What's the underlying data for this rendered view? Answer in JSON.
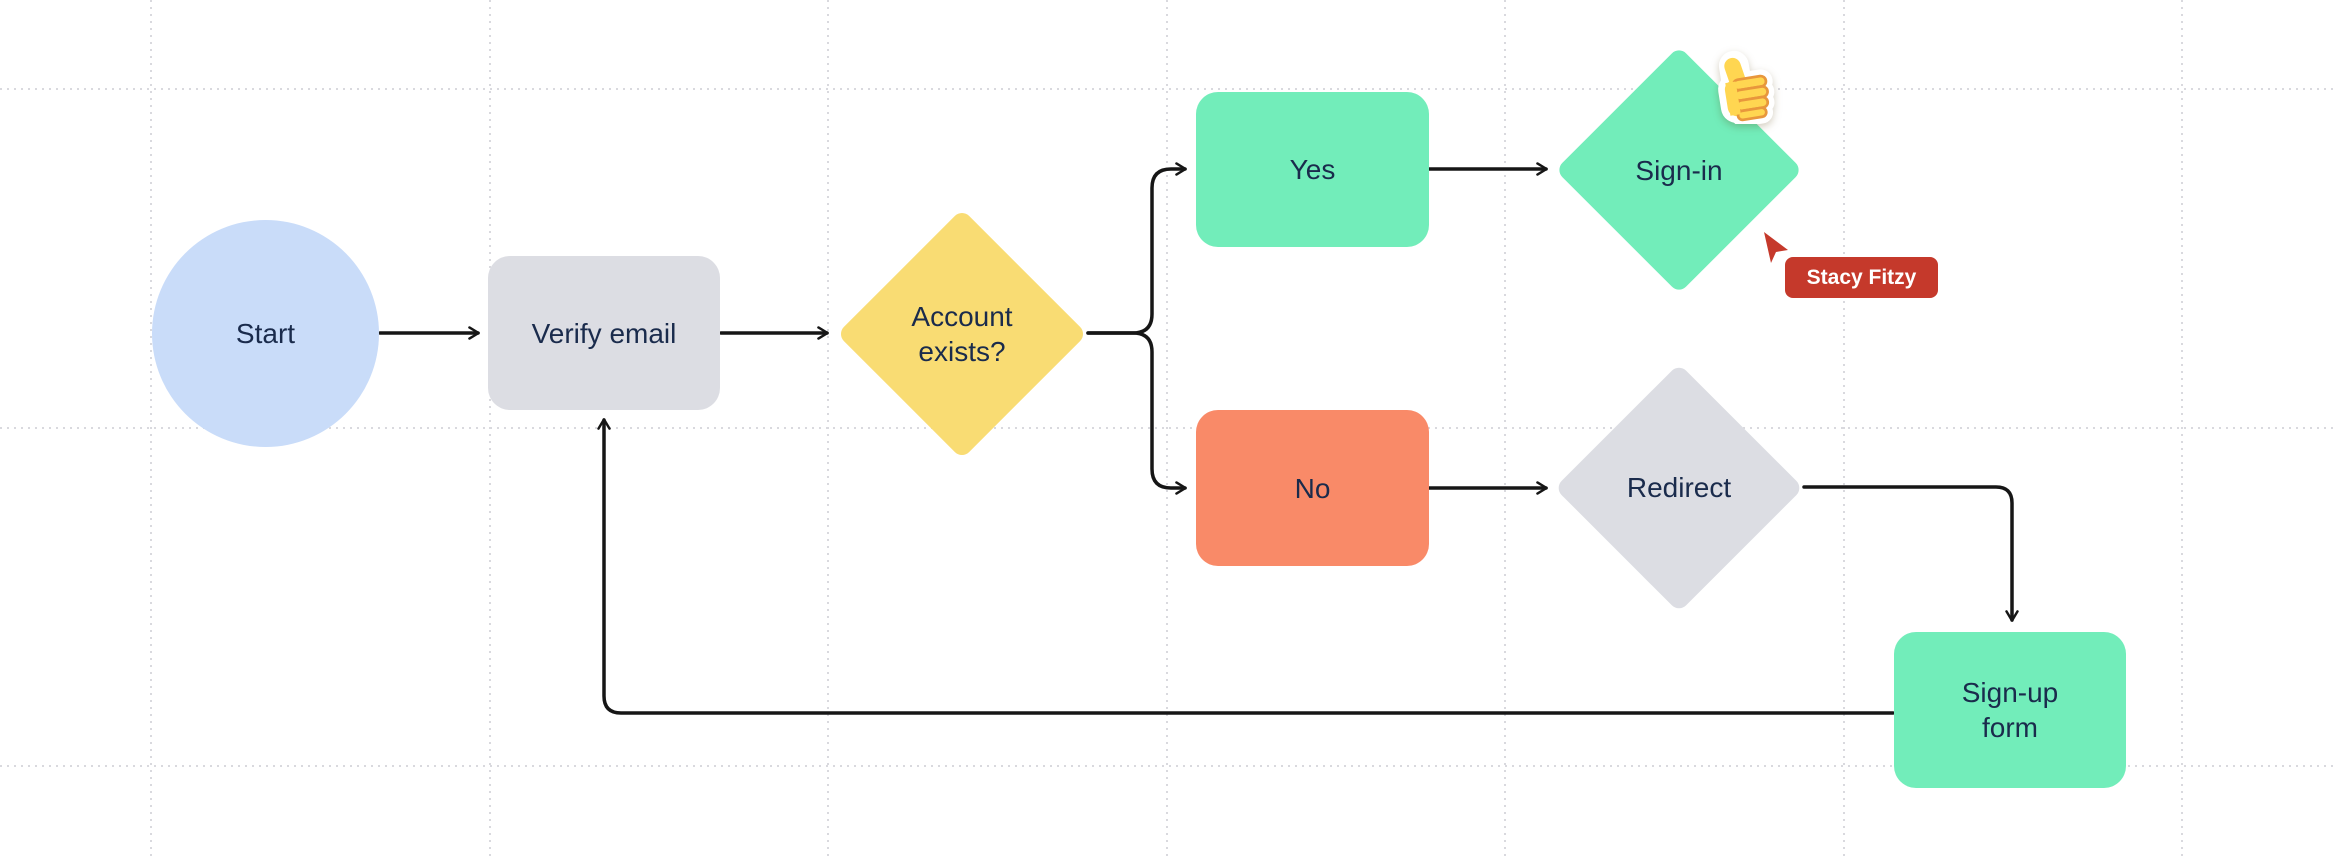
{
  "canvas": {
    "background": "#FFFFFF",
    "grid_color": "#D9D9DE",
    "connector_color": "#161616",
    "text_color": "#1A2B4C"
  },
  "nodes": {
    "start": {
      "label": "Start",
      "shape": "circle",
      "fill": "#C9DCF9"
    },
    "verify_email": {
      "label": "Verify email",
      "shape": "rect",
      "fill": "#DCDDE3"
    },
    "account_exists": {
      "label": "Account\nexists?",
      "shape": "diamond",
      "fill": "#F9DC73"
    },
    "yes": {
      "label": "Yes",
      "shape": "rect",
      "fill": "#72EDBA"
    },
    "no": {
      "label": "No",
      "shape": "rect",
      "fill": "#F98A68"
    },
    "sign_in": {
      "label": "Sign-in",
      "shape": "diamond",
      "fill": "#72EDBA"
    },
    "redirect": {
      "label": "Redirect",
      "shape": "diamond",
      "fill": "#DCDDE3"
    },
    "sign_up_form": {
      "label": "Sign-up\nform",
      "shape": "rect",
      "fill": "#72EDBA"
    }
  },
  "edges": [
    {
      "from": "Start",
      "to": "Verify email"
    },
    {
      "from": "Verify email",
      "to": "Account exists?"
    },
    {
      "from": "Account exists?",
      "to": "Yes"
    },
    {
      "from": "Account exists?",
      "to": "No"
    },
    {
      "from": "Yes",
      "to": "Sign-in"
    },
    {
      "from": "No",
      "to": "Redirect"
    },
    {
      "from": "Redirect",
      "to": "Sign-up form"
    },
    {
      "from": "Sign-up form",
      "to": "Verify email"
    }
  ],
  "collaborator": {
    "name": "Stacy Fitzy",
    "color": "#C5392B"
  },
  "sticker": {
    "kind": "thumbs-up",
    "attached_to": "sign_in"
  }
}
